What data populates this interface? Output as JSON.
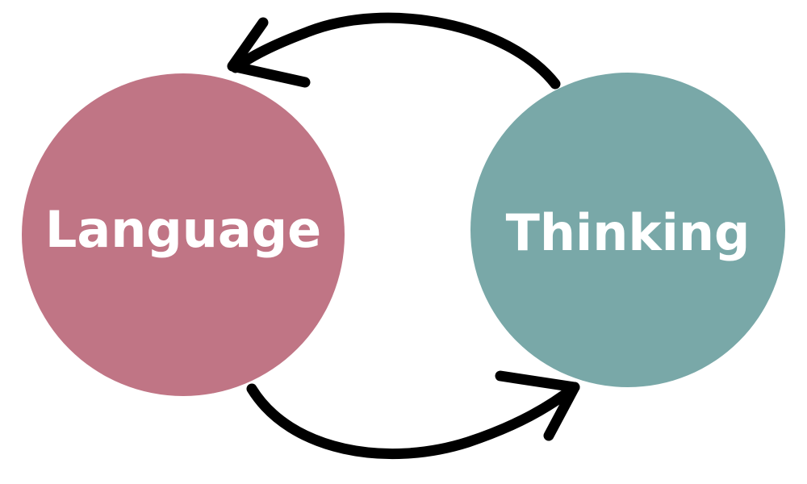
{
  "nodes": [
    {
      "id": "language",
      "label": "Language",
      "color": "#c07585"
    },
    {
      "id": "thinking",
      "label": "Thinking",
      "color": "#79a8a8"
    }
  ],
  "edges": [
    {
      "from": "thinking",
      "to": "language",
      "color": "#000000"
    },
    {
      "from": "language",
      "to": "thinking",
      "color": "#000000"
    }
  ]
}
